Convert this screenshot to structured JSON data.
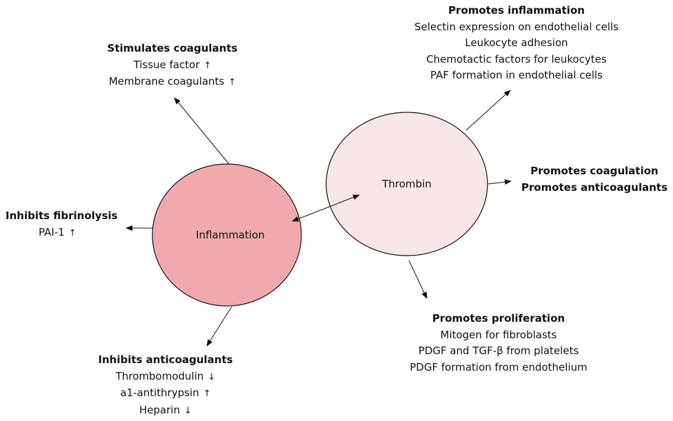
{
  "colors": {
    "inflammation_fill": "#f0aaad",
    "thrombin_fill": "#f9e6e6",
    "stroke": "#111111"
  },
  "nodes": {
    "inflammation": "Inflammation",
    "thrombin": "Thrombin"
  },
  "stimulates_coagulants": {
    "heading": "Stimulates coagulants",
    "items": [
      {
        "text": "Tissue factor",
        "arrow": "↑"
      },
      {
        "text": "Membrane coagulants",
        "arrow": "↑"
      }
    ]
  },
  "inhibits_fibrinolysis": {
    "heading": "Inhibits fibrinolysis",
    "items": [
      {
        "text": "PAI-1",
        "arrow": "↑"
      }
    ]
  },
  "inhibits_anticoagulants": {
    "heading": "Inhibits anticoagulants",
    "items": [
      {
        "text": "Thrombomodulin",
        "arrow": "↓"
      },
      {
        "text": "a1-antithrypsin",
        "arrow": "↑"
      },
      {
        "text": "Heparin",
        "arrow": "↓"
      }
    ]
  },
  "promotes_inflammation": {
    "heading": "Promotes inflammation",
    "items": [
      "Selectin expression on endothelial cells",
      "Leukocyte adhesion",
      "Chemotactic factors for leukocytes",
      "PAF formation in endothelial cells"
    ]
  },
  "promotes_coagulation": {
    "lines": [
      "Promotes coagulation",
      "Promotes anticoagulants"
    ]
  },
  "promotes_proliferation": {
    "heading": "Promotes proliferation",
    "items": [
      "Mitogen for fibroblasts",
      "PDGF and TGF-β from platelets",
      "PDGF formation from endothelium"
    ]
  }
}
